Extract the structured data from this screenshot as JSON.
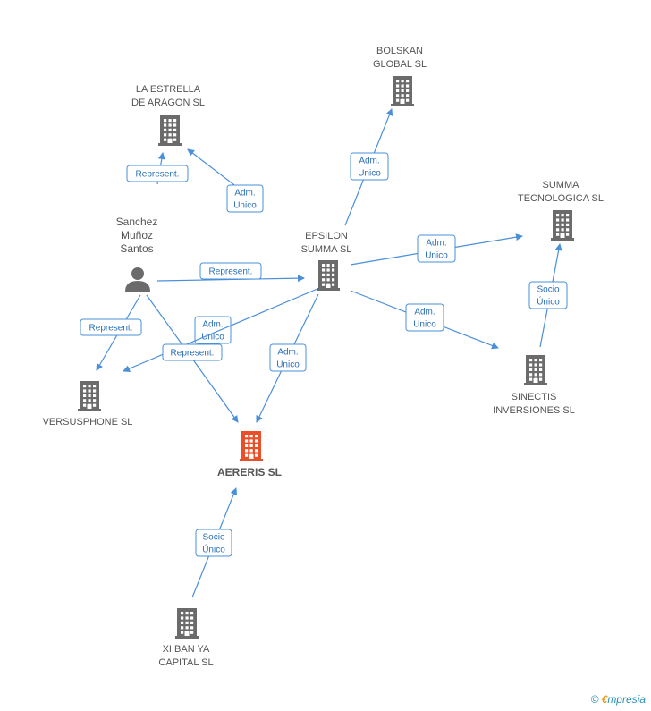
{
  "colors": {
    "edge": "#4a8fd8",
    "building": "#6b6b6b",
    "focus": "#e8502a",
    "text": "#555555"
  },
  "nodes": [
    {
      "id": "estrella",
      "kind": "company",
      "lines": [
        "LA ESTRELLA",
        "DE ARAGON SL"
      ]
    },
    {
      "id": "bolskan",
      "kind": "company",
      "lines": [
        "BOLSKAN",
        "GLOBAL SL"
      ]
    },
    {
      "id": "summa_tec",
      "kind": "company",
      "lines": [
        "SUMMA",
        "TECNOLOGICA SL"
      ]
    },
    {
      "id": "epsilon",
      "kind": "company",
      "lines": [
        "EPSILON",
        "SUMMA SL"
      ]
    },
    {
      "id": "sanchez",
      "kind": "person",
      "lines": [
        "Sanchez",
        "Muñoz",
        "Santos"
      ]
    },
    {
      "id": "versusphone",
      "kind": "company",
      "lines": [
        "VERSUSPHONE SL"
      ]
    },
    {
      "id": "sinectis",
      "kind": "company",
      "lines": [
        "SINECTIS",
        "INVERSIONES SL"
      ]
    },
    {
      "id": "aereris",
      "kind": "focus",
      "lines": [
        "AERERIS SL"
      ]
    },
    {
      "id": "xiban",
      "kind": "company",
      "lines": [
        "XI BAN YA",
        "CAPITAL  SL"
      ]
    }
  ],
  "edges": [
    {
      "id": "e1",
      "lines": [
        "Represent."
      ]
    },
    {
      "id": "e2",
      "lines": [
        "Adm.",
        "Unico"
      ]
    },
    {
      "id": "e3",
      "lines": [
        "Adm.",
        "Unico"
      ]
    },
    {
      "id": "e4",
      "lines": [
        "Represent."
      ]
    },
    {
      "id": "e5",
      "lines": [
        "Adm.",
        "Unico"
      ]
    },
    {
      "id": "e6",
      "lines": [
        "Socio",
        "Único"
      ]
    },
    {
      "id": "e7",
      "lines": [
        "Represent."
      ]
    },
    {
      "id": "e8",
      "lines": [
        "Adm.",
        "Unico"
      ]
    },
    {
      "id": "e9",
      "lines": [
        "Represent."
      ]
    },
    {
      "id": "e10",
      "lines": [
        "Adm.",
        "Unico"
      ]
    },
    {
      "id": "e11",
      "lines": [
        "Adm.",
        "Unico"
      ]
    },
    {
      "id": "e12",
      "lines": [
        "Socio",
        "Único"
      ]
    }
  ],
  "footer": {
    "copyright": "©",
    "brand_first": "€",
    "brand_rest": "mpresia"
  }
}
